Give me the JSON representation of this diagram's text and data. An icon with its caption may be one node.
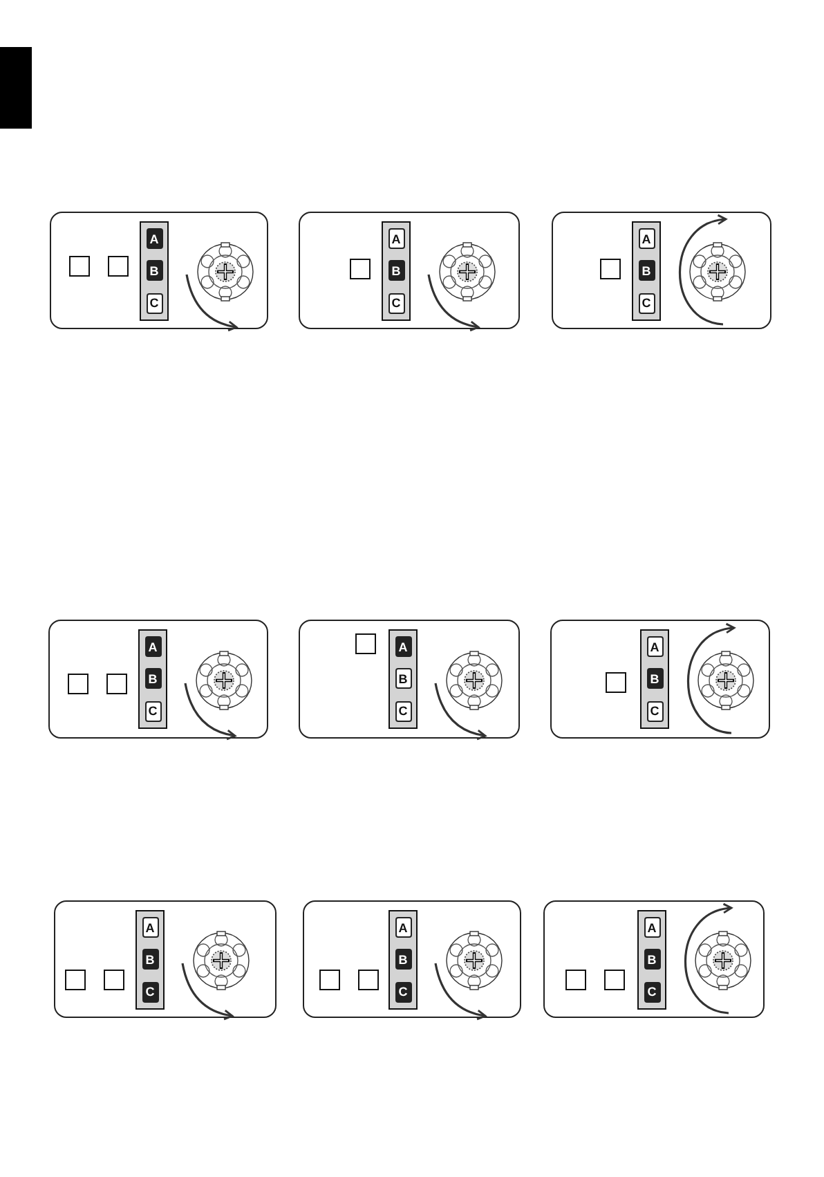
{
  "diagram": {
    "nodes": [
      {
        "text": [],
        "shape": "box"
      },
      {
        "text": [],
        "shape": "box",
        "in": 0
      },
      {
        "text": [],
        "shape": "box",
        "in": 0
      },
      {
        "text": [],
        "shape": "bar",
        "in": 0
      },
      {
        "text": [
          "A"
        ],
        "in": 3
      },
      {
        "text": [
          "B"
        ],
        "in": 3
      },
      {
        "text": [
          "C"
        ],
        "in": 3
      },
      {
        "text": [],
        "shape": "box"
      },
      {
        "text": [],
        "shape": "box",
        "in": 7
      },
      {
        "text": [],
        "shape": "bar",
        "in": 7
      },
      {
        "text": [
          "A"
        ],
        "in": 9
      },
      {
        "text": [
          "B"
        ],
        "in": 9
      },
      {
        "text": [
          "C"
        ],
        "in": 9
      },
      {
        "text": [],
        "shape": "box"
      },
      {
        "text": [],
        "shape": "box",
        "in": 13
      },
      {
        "text": [],
        "shape": "bar",
        "in": 13
      },
      {
        "text": [
          "A"
        ],
        "in": 15
      },
      {
        "text": [
          "B"
        ],
        "in": 15
      },
      {
        "text": [
          "C"
        ],
        "in": 15
      },
      {
        "text": [],
        "shape": "box"
      },
      {
        "text": [],
        "shape": "box",
        "in": 19
      },
      {
        "text": [],
        "shape": "box",
        "in": 19
      },
      {
        "text": [],
        "shape": "bar",
        "in": 19
      },
      {
        "text": [
          "A"
        ],
        "in": 22
      },
      {
        "text": [
          "B"
        ],
        "in": 22
      },
      {
        "text": [
          "C"
        ],
        "in": 22
      },
      {
        "text": [],
        "shape": "box"
      },
      {
        "text": [],
        "shape": "box",
        "in": 26
      },
      {
        "text": [],
        "shape": "bar",
        "in": 26
      },
      {
        "text": [
          "A"
        ],
        "in": 28
      },
      {
        "text": [
          "B"
        ],
        "in": 28
      },
      {
        "text": [
          "C"
        ],
        "in": 28
      },
      {
        "text": [],
        "shape": "box"
      },
      {
        "text": [],
        "shape": "box",
        "in": 32
      },
      {
        "text": [],
        "shape": "bar",
        "in": 32
      },
      {
        "text": [
          "A"
        ],
        "in": 34
      },
      {
        "text": [
          "B"
        ],
        "in": 34
      },
      {
        "text": [
          "C"
        ],
        "in": 34
      },
      {
        "text": [],
        "shape": "box"
      },
      {
        "text": [],
        "shape": "box",
        "in": 38
      },
      {
        "text": [],
        "shape": "box",
        "in": 38
      },
      {
        "text": [],
        "shape": "bar",
        "in": 38
      },
      {
        "text": [
          "A"
        ],
        "in": 41
      },
      {
        "text": [
          "B"
        ],
        "in": 41
      },
      {
        "text": [
          "C"
        ],
        "in": 41
      },
      {
        "text": [],
        "shape": "box"
      },
      {
        "text": [],
        "shape": "box",
        "in": 45
      },
      {
        "text": [],
        "shape": "box",
        "in": 45
      },
      {
        "text": [],
        "shape": "bar",
        "in": 45
      },
      {
        "text": [
          "A"
        ],
        "in": 48
      },
      {
        "text": [
          "B"
        ],
        "in": 48
      },
      {
        "text": [
          "C"
        ],
        "in": 48
      },
      {
        "text": [],
        "shape": "box"
      },
      {
        "text": [],
        "shape": "box",
        "in": 52
      },
      {
        "text": [],
        "shape": "box",
        "in": 52
      },
      {
        "text": [],
        "shape": "bar",
        "in": 52
      },
      {
        "text": [
          "A"
        ],
        "in": 55
      },
      {
        "text": [
          "B"
        ],
        "in": 55
      },
      {
        "text": [
          "C"
        ],
        "in": 55
      }
    ]
  }
}
